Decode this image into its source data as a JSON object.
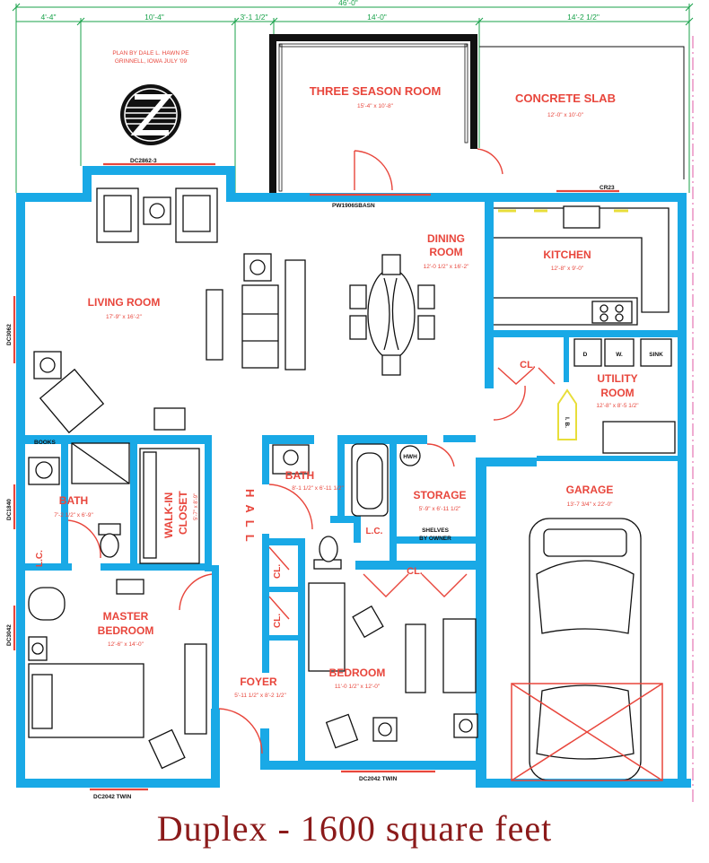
{
  "dimensions": {
    "overall": "46'-0\"",
    "seg1": "4'-4\"",
    "seg2": "10'-4\"",
    "seg3": "3'-1 1/2\"",
    "seg4": "14'-0\"",
    "seg5": "14'-2 1/2\""
  },
  "plan_note": {
    "line1": "PLAN BY DALE L. HAWN PE",
    "line2": "GRINNELL, IOWA    JULY '09"
  },
  "rooms": {
    "three_season": {
      "name": "THREE SEASON ROOM",
      "size": "15'-4\" x 10'-8\""
    },
    "concrete_slab": {
      "name": "CONCRETE SLAB",
      "size": "12'-0\" x 10'-0\""
    },
    "living": {
      "name": "LIVING ROOM",
      "size": "17'-9\" x 16'-2\""
    },
    "dining_line1": "DINING",
    "dining_line2": "ROOM",
    "dining_size": "12'-0 1/2\" x 16'-2\"",
    "kitchen": {
      "name": "KITCHEN",
      "size": "12'-8\" x 9'-0\""
    },
    "utility_line1": "UTILITY",
    "utility_line2": "ROOM",
    "utility_size": "12'-8\" x 8'-5 1/2\"",
    "bath1": {
      "name": "BATH",
      "size": "7'-2 1/2\" x 6'-9\""
    },
    "walkin_line1": "WALK-IN",
    "walkin_line2": "CLOSET",
    "walkin_size": "5'-7\" x 8'-9\"",
    "bath2": {
      "name": "BATH",
      "size": "8'-1 1/2\" x 6'-11 1/2\""
    },
    "storage": {
      "name": "STORAGE",
      "size": "5'-9\" x 6'-11 1/2\""
    },
    "garage": {
      "name": "GARAGE",
      "size": "13'-7 3/4\" x 22'-0\""
    },
    "master_line1": "MASTER",
    "master_line2": "BEDROOM",
    "master_size": "12'-6\" x 14'-0\"",
    "bedroom": {
      "name": "BEDROOM",
      "size": "11'-0 1/2\" x 12'-0\""
    },
    "foyer": {
      "name": "FOYER",
      "size": "5'-11 1/2\" x 8'-2 1/2\""
    },
    "hall": "HALL"
  },
  "labels": {
    "cl": "CL.",
    "lc": "L.C.",
    "books": "BOOKS",
    "hwh": "HWH",
    "shelves_line1": "SHELVES",
    "shelves_line2": "BY OWNER",
    "ib": "I. B.",
    "d": "D",
    "w": "W.",
    "sink": "SINK"
  },
  "windows": {
    "w_living_top": "DC2862-3",
    "w_patio": "PW1906SBASN",
    "w_kitchen": "CR23",
    "w_living_left": "DC3062",
    "w_bath_left": "DC1840",
    "w_master_left": "DC3042",
    "w_master_bottom": "DC2042 TWIN",
    "w_bedroom_bottom": "DC2042 TWIN"
  },
  "caption": "Duplex - 1600 square feet",
  "colors": {
    "wall": "#19a9e6",
    "label": "#e8463c",
    "dimension_line": "#18a24a",
    "caption": "#8b1a1a"
  }
}
